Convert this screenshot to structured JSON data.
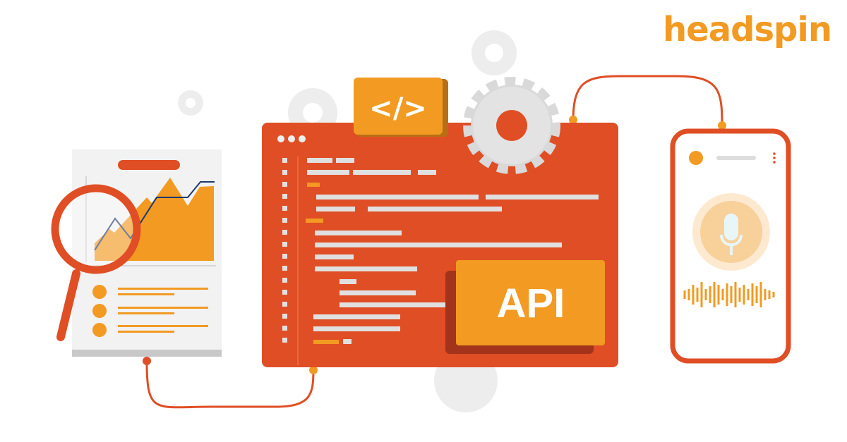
{
  "brand": {
    "logo_text": "headspin",
    "accent": "#f29a22",
    "primary": "#e04e25"
  },
  "code_window": {
    "tag_badge": "</>",
    "api_badge": "API"
  },
  "phone": {
    "feature": "voice-input"
  },
  "report": {
    "chart": "area-line"
  }
}
